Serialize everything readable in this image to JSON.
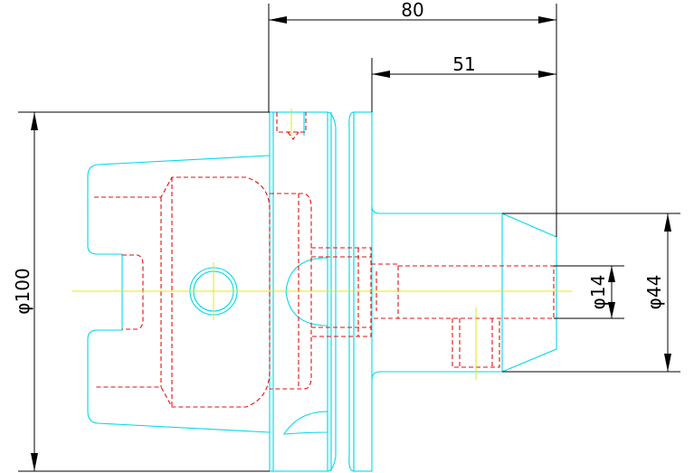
{
  "colors": {
    "background": "#ffffff",
    "visible_outline": "#00d8e8",
    "hidden_line": "#e01010",
    "centerline": "#e8e800",
    "dimension": "#000000"
  },
  "dimensions": {
    "overall_length": "80",
    "shank_length": "51",
    "flange_diameter": "φ100",
    "bore_diameter": "φ14",
    "nose_diameter": "φ44"
  }
}
